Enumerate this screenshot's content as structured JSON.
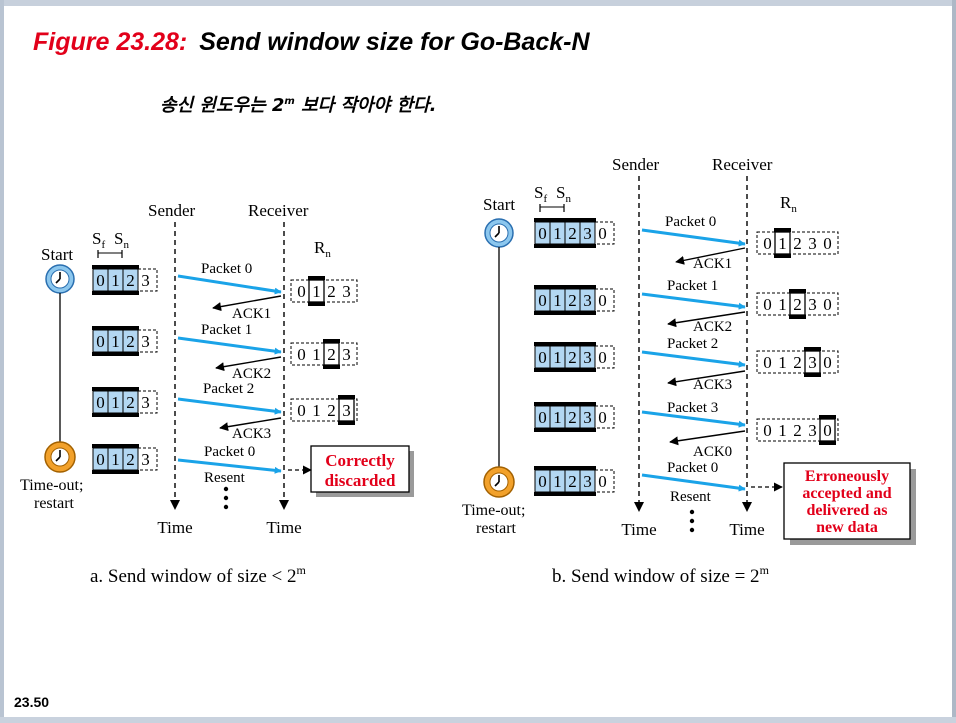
{
  "slide": {
    "title_figure": "Figure 23.28:",
    "title_text": "Send window size for Go-Back-N",
    "korean_before": "송신 윈도우는 2",
    "korean_sup": "m",
    "korean_after": " 보다 작아야 한다.",
    "slide_number": "23.50"
  },
  "panel_a": {
    "sender": "Sender",
    "receiver": "Receiver",
    "start": "Start",
    "sf": "S",
    "sf_sub": "f",
    "sn": "S",
    "sn_sub": "n",
    "rn": "R",
    "rn_sub": "n",
    "timeout_1": "Time-out;",
    "timeout_2": "restart",
    "time": "Time",
    "packets": [
      "Packet 0",
      "Packet 1",
      "Packet 2",
      "Packet 0"
    ],
    "acks": [
      "ACK1",
      "ACK2",
      "ACK3"
    ],
    "resent": "Resent",
    "result_1": "Correctly",
    "result_2": "discarded",
    "caption_main": "a. Send window of size < 2",
    "caption_sup": "m"
  },
  "panel_b": {
    "sender": "Sender",
    "receiver": "Receiver",
    "start": "Start",
    "sf": "S",
    "sf_sub": "f",
    "sn": "S",
    "sn_sub": "n",
    "rn": "R",
    "rn_sub": "n",
    "timeout_1": "Time-out;",
    "timeout_2": "restart",
    "time": "Time",
    "packets": [
      "Packet 0",
      "Packet 1",
      "Packet 2",
      "Packet 3",
      "Packet 0"
    ],
    "acks": [
      "ACK1",
      "ACK2",
      "ACK3",
      "ACK0"
    ],
    "resent": "Resent",
    "result_1": "Erroneously",
    "result_2": "accepted and",
    "result_3": "delivered as",
    "result_4": "new data",
    "caption_main": "b. Send window of size = 2",
    "caption_sup": "m"
  },
  "colors": {
    "title_red": "#e2001a",
    "arrow_blue": "#1aa3e8",
    "window_fill": "#b3d7f2",
    "clock_blue": "#8cc7ee",
    "clock_orange": "#f2a12b",
    "result_red": "#e2001a",
    "shadow": "#9a9a9a"
  },
  "icons": {
    "start_clock": "clock-icon",
    "timeout_clock": "alarm-clock-icon"
  }
}
